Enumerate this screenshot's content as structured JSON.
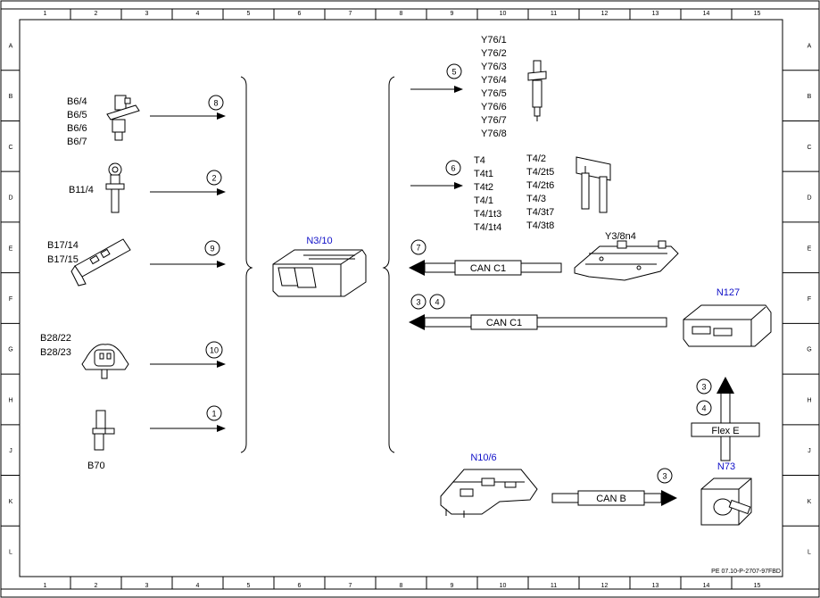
{
  "grid": {
    "columns": [
      "1",
      "2",
      "3",
      "4",
      "5",
      "6",
      "7",
      "8",
      "9",
      "10",
      "11",
      "12",
      "13",
      "14",
      "15"
    ],
    "rows": [
      "A",
      "B",
      "C",
      "D",
      "E",
      "F",
      "G",
      "H",
      "J",
      "K",
      "L"
    ]
  },
  "inputs": [
    {
      "labels": [
        "B6/4",
        "B6/5",
        "B6/6",
        "B6/7"
      ],
      "signal": "8",
      "icon": "camshaft-sensor-icon"
    },
    {
      "labels": [
        "B11/4"
      ],
      "signal": "2",
      "icon": "coolant-temp-sensor-icon"
    },
    {
      "labels": [
        "B17/14",
        "B17/15"
      ],
      "signal": "9",
      "icon": "intake-air-temp-sensor-icon"
    },
    {
      "labels": [
        "B28/22",
        "B28/23"
      ],
      "signal": "10",
      "icon": "pressure-sensor-icon"
    },
    {
      "labels": [
        "B70"
      ],
      "signal": "1",
      "icon": "crankshaft-sensor-icon"
    }
  ],
  "control_unit": {
    "label": "N3/10",
    "color": "#1010c8"
  },
  "outputs": {
    "injectors": {
      "signal": "5",
      "labels": [
        "Y76/1",
        "Y76/2",
        "Y76/3",
        "Y76/4",
        "Y76/5",
        "Y76/6",
        "Y76/7",
        "Y76/8"
      ]
    },
    "glow_plugs": {
      "signal": "6",
      "col1": [
        "T4",
        "T4t1",
        "T4t2",
        "T4/1",
        "T4/1t3",
        "T4/1t4"
      ],
      "col2": [
        "T4/2",
        "T4/2t5",
        "T4/2t6",
        "T4/3",
        "T4/3t7",
        "T4/3t8"
      ]
    },
    "can_c1_a": {
      "signal": "7",
      "bus": "CAN C1",
      "source": "Y3/8n4"
    },
    "can_c1_b": {
      "signals": [
        "3",
        "4"
      ],
      "bus": "CAN C1",
      "source": "N127"
    }
  },
  "bottom": {
    "flex_e": {
      "signals": [
        "3",
        "4"
      ],
      "bus": "Flex E"
    },
    "can_b": {
      "signal": "3",
      "bus": "CAN B",
      "from": "N10/6",
      "to": "N73"
    }
  },
  "footer": "PE 07.10-P-2707-97FBD"
}
